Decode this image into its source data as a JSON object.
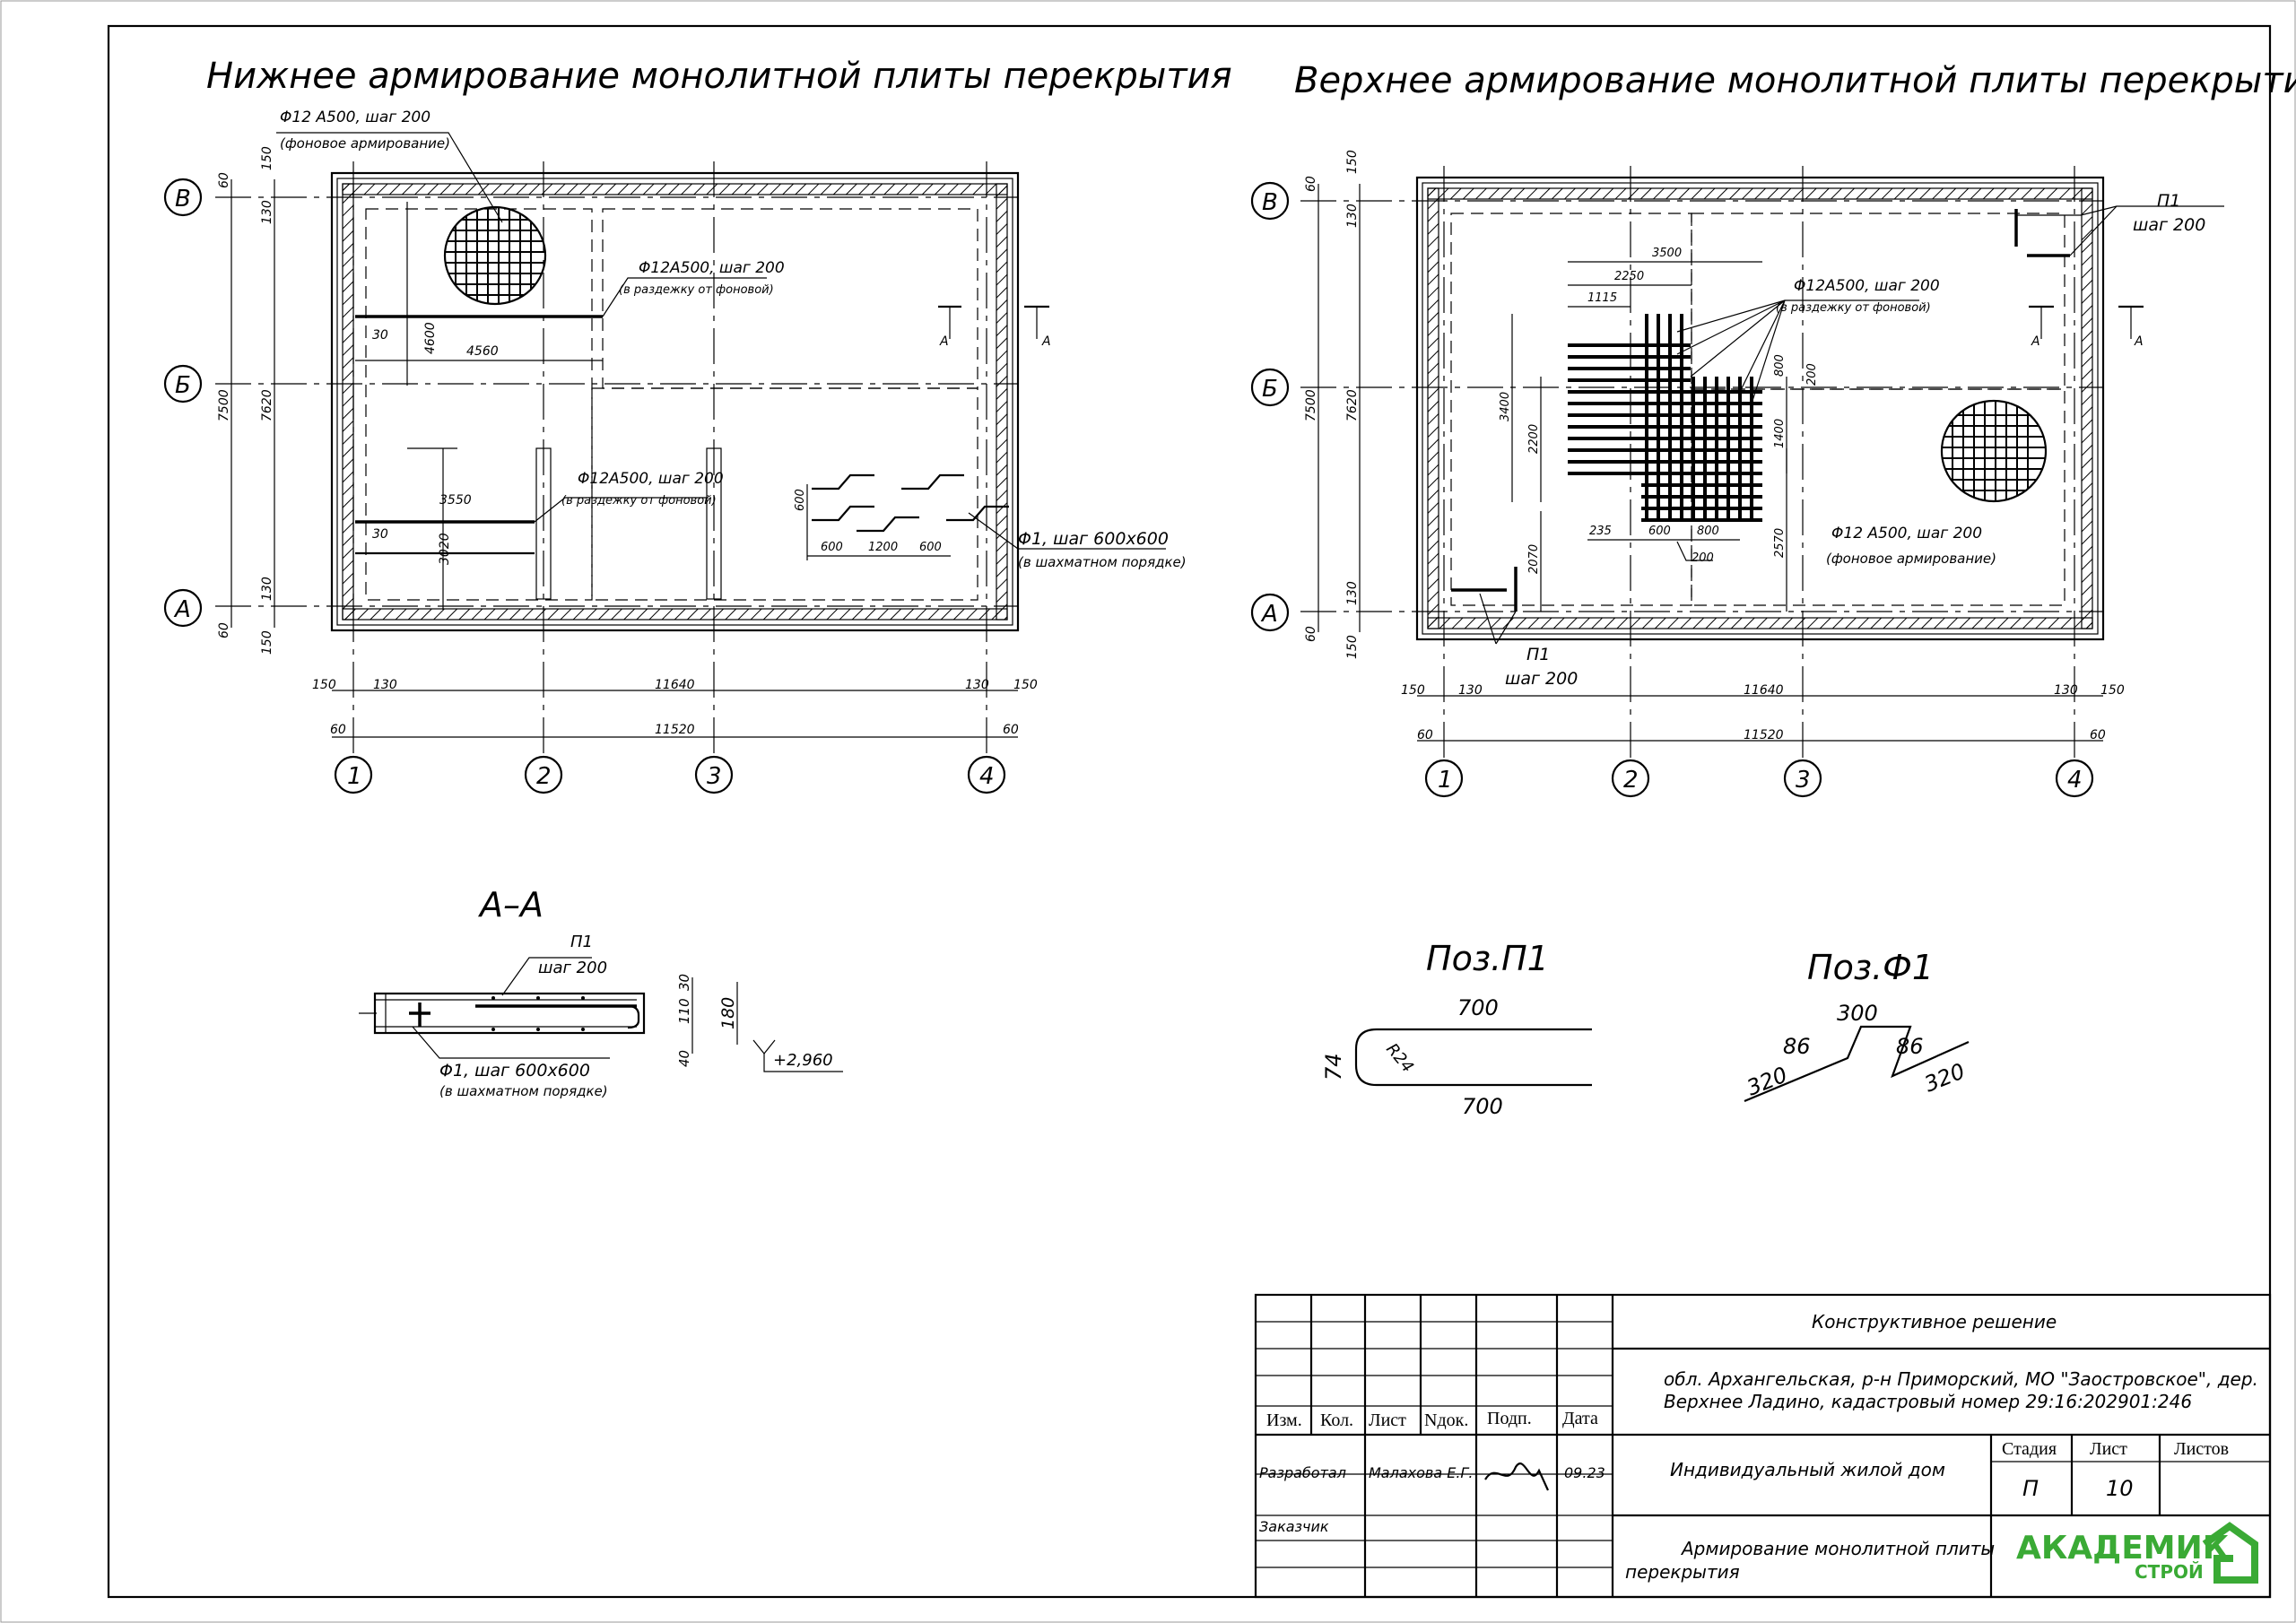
{
  "titles": {
    "bottom": "Нижнее армирование монолитной плиты перекрытия",
    "top": "Верхнее армирование монолитной плиты перекрытия",
    "section": "А–А",
    "pos_p1": "Поз.П1",
    "pos_f1": "Поз.Ф1"
  },
  "axes": {
    "rows": [
      "В",
      "Б",
      "А"
    ],
    "cols": [
      "1",
      "2",
      "3",
      "4"
    ]
  },
  "dims": {
    "d60": "60",
    "d150": "150",
    "d130": "130",
    "d7500": "7500",
    "d7620": "7620",
    "d11640": "11640",
    "d11520": "11520",
    "d4600": "4600",
    "d4560": "4560",
    "d30": "30",
    "d3550": "3550",
    "d3020": "3020",
    "d600": "600",
    "d1200": "1200",
    "d3500": "3500",
    "d2250": "2250",
    "d1115": "1115",
    "d800": "800",
    "d200": "200",
    "d3400": "3400",
    "d2200": "2200",
    "d1400": "1400",
    "d2070": "2070",
    "d2570": "2570",
    "d235": "235",
    "d180": "180",
    "d110": "110",
    "d40": "40",
    "elev": "+2,960",
    "p1_len": "700",
    "p1_h": "74",
    "p1_r": "R24",
    "f1_top": "300",
    "f1_b1": "86",
    "f1_b2": "86",
    "f1_l1": "320",
    "f1_l2": "320"
  },
  "labels": {
    "bg_rebar": "Φ12 A500, шаг 200",
    "bg_rebar_note": "(фоновое армирование)",
    "extra_rebar": "Φ12A500, шаг 200",
    "extra_note": "(в раздежку от фоновой)",
    "f1": "Φ1, шаг 600х600",
    "f1_note": "(в шахматном порядке)",
    "p1": "П1",
    "p1_step": "шаг 200",
    "section_mark": "А"
  },
  "title_block": {
    "headers": [
      "Изм.",
      "Кол.",
      "Лист",
      "Nдок.",
      "Подп.",
      "Дата"
    ],
    "developed_label": "Разработал",
    "developer": "Малахова Е.Г.",
    "date": "09.23",
    "customer_label": "Заказчик",
    "section": "Конструктивное решение",
    "address_line1": "обл. Архангельская, р-н Приморский, МО \"Заостровское\", дер.",
    "address_line2": "Верхнее Ладино, кадастровый номер 29:16:202901:246",
    "object": "Индивидуальный жилой дом",
    "sheet_title_line1": "Армирование монолитной плиты",
    "sheet_title_line2": "перекрытия",
    "stage_label": "Стадия",
    "sheet_label": "Лист",
    "sheets_label": "Листов",
    "stage": "П",
    "sheet": "10",
    "logo_main": "АКАДЕМИК",
    "logo_sub": "СТРОЙ",
    "colors": {
      "logo_green": "#3aaa35",
      "logo_dark": "#1e7a3c"
    }
  }
}
